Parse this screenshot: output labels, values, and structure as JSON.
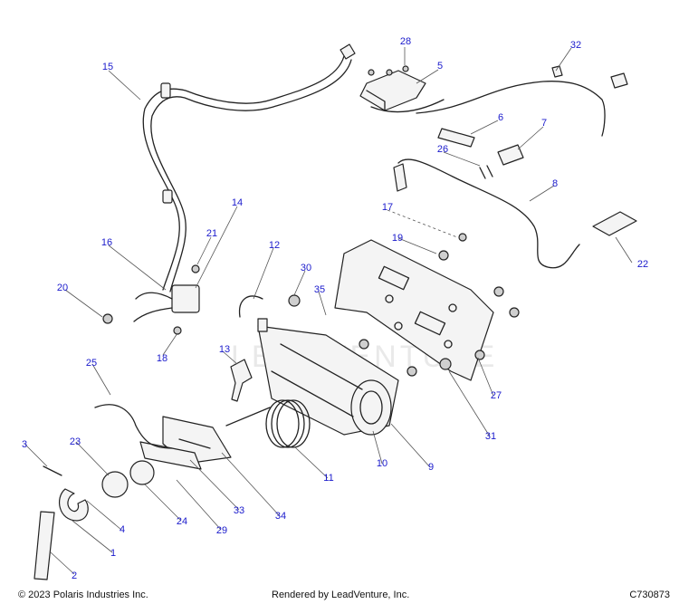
{
  "watermark": "LEADVENTURE",
  "footer": {
    "copyright": "© 2023 Polaris Industries Inc.",
    "rendered_by": "Rendered by LeadVenture, Inc.",
    "drawing_id": "C730873"
  },
  "callouts": [
    {
      "key": "c1",
      "label": "1"
    },
    {
      "key": "c2",
      "label": "2"
    },
    {
      "key": "c3",
      "label": "3"
    },
    {
      "key": "c4",
      "label": "4"
    },
    {
      "key": "c5",
      "label": "5"
    },
    {
      "key": "c6",
      "label": "6"
    },
    {
      "key": "c7",
      "label": "7"
    },
    {
      "key": "c8",
      "label": "8"
    },
    {
      "key": "c9",
      "label": "9"
    },
    {
      "key": "c10",
      "label": "10"
    },
    {
      "key": "c11",
      "label": "11"
    },
    {
      "key": "c12",
      "label": "12"
    },
    {
      "key": "c13",
      "label": "13"
    },
    {
      "key": "c14",
      "label": "14"
    },
    {
      "key": "c15",
      "label": "15"
    },
    {
      "key": "c16",
      "label": "16"
    },
    {
      "key": "c17",
      "label": "17"
    },
    {
      "key": "c18",
      "label": "18"
    },
    {
      "key": "c19",
      "label": "19"
    },
    {
      "key": "c20",
      "label": "20"
    },
    {
      "key": "c21",
      "label": "21"
    },
    {
      "key": "c22",
      "label": "22"
    },
    {
      "key": "c23",
      "label": "23"
    },
    {
      "key": "c24",
      "label": "24"
    },
    {
      "key": "c25",
      "label": "25"
    },
    {
      "key": "c26",
      "label": "26"
    },
    {
      "key": "c27",
      "label": "27"
    },
    {
      "key": "c28",
      "label": "28"
    },
    {
      "key": "c29",
      "label": "29"
    },
    {
      "key": "c30",
      "label": "30"
    },
    {
      "key": "c31",
      "label": "31"
    },
    {
      "key": "c32",
      "label": "32"
    },
    {
      "key": "c33",
      "label": "33"
    },
    {
      "key": "c34",
      "label": "34"
    },
    {
      "key": "c35",
      "label": "35"
    }
  ],
  "colors": {
    "callout": "#1a1acc",
    "line": "#222222",
    "watermark": "#e9e9e9"
  }
}
